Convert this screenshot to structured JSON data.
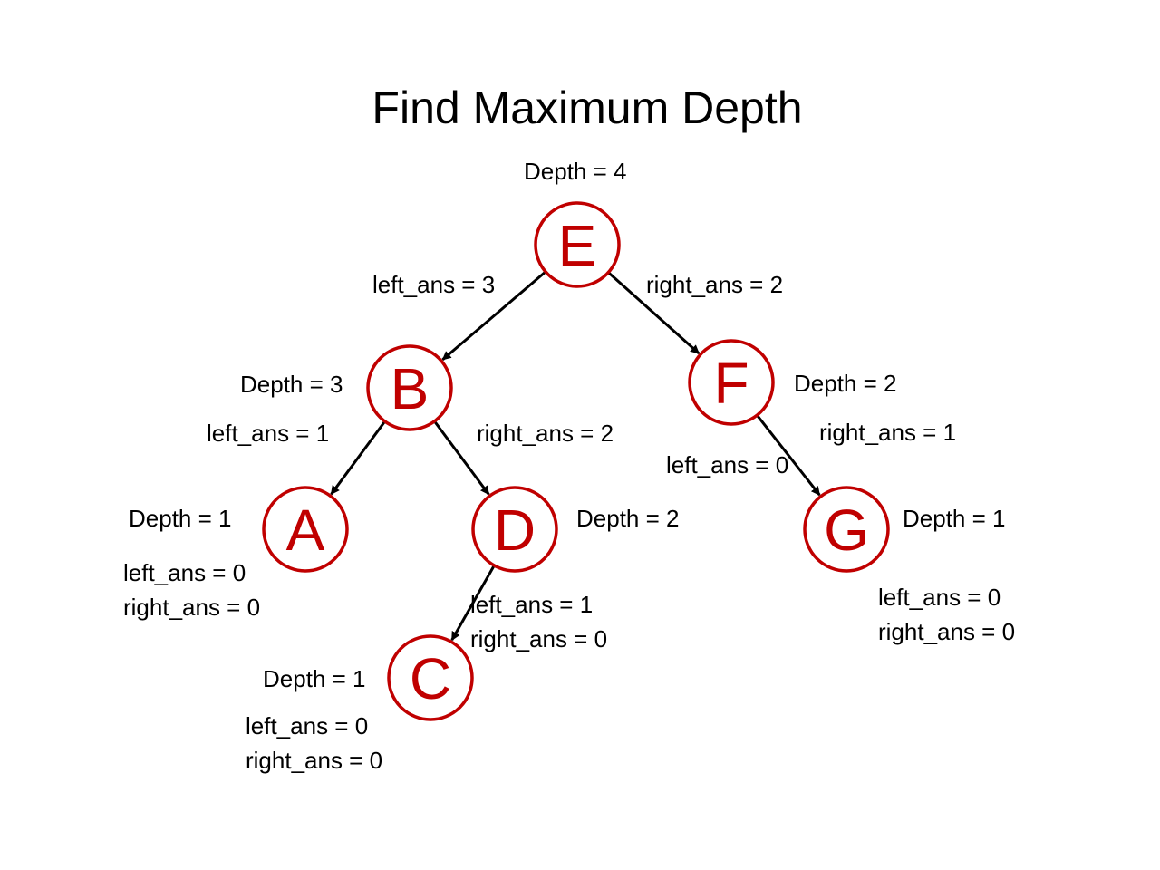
{
  "title": "Find Maximum Depth",
  "colors": {
    "node": "#c00000",
    "edge": "#000000",
    "text": "#000000"
  },
  "nodes": {
    "E": {
      "letter": "E"
    },
    "B": {
      "letter": "B"
    },
    "F": {
      "letter": "F"
    },
    "A": {
      "letter": "A"
    },
    "D": {
      "letter": "D"
    },
    "G": {
      "letter": "G"
    },
    "C": {
      "letter": "C"
    }
  },
  "labels": {
    "E_depth": "Depth = 4",
    "E_left": "left_ans = 3",
    "E_right": "right_ans = 2",
    "B_depth": "Depth = 3",
    "B_left": "left_ans = 1",
    "B_right": "right_ans = 2",
    "F_depth": "Depth = 2",
    "F_left": "left_ans = 0",
    "F_right": "right_ans = 1",
    "A_depth": "Depth = 1",
    "A_left": "left_ans = 0",
    "A_right": "right_ans = 0",
    "D_depth": "Depth = 2",
    "D_left": "left_ans = 1",
    "D_right": "right_ans = 0",
    "G_depth": "Depth = 1",
    "G_left": "left_ans = 0",
    "G_right": "right_ans = 0",
    "C_depth": "Depth = 1",
    "C_left": "left_ans = 0",
    "C_right": "right_ans = 0"
  },
  "edges": [
    {
      "from": "E",
      "to": "B"
    },
    {
      "from": "E",
      "to": "F"
    },
    {
      "from": "B",
      "to": "A"
    },
    {
      "from": "B",
      "to": "D"
    },
    {
      "from": "F",
      "to": "G"
    },
    {
      "from": "D",
      "to": "C"
    }
  ]
}
